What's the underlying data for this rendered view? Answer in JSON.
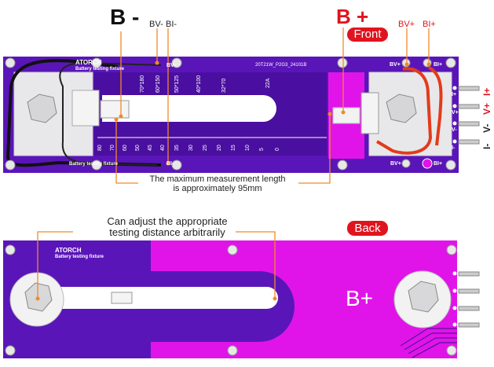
{
  "front": {
    "b_minus": "B -",
    "bv_minus": "BV-",
    "bi_minus": "BI-",
    "b_plus": "B +",
    "front_badge": "Front",
    "bv_plus": "BV+",
    "bi_plus": "BI+",
    "brand": "ATORCH",
    "subtitle": "Battery testing fixture",
    "pcb_code": "20T21W_P2G3_24101B",
    "pad_bv_minus": "BV-",
    "pad_bi_minus": "BI-",
    "pad_bv_plus": "BV+",
    "pad_bi_plus": "BI+",
    "ruler_ticks": [
      "80",
      "70",
      "60",
      "50",
      "45",
      "40",
      "35",
      "30",
      "25",
      "20",
      "15",
      "10",
      "5",
      "0"
    ],
    "cell_sizes": [
      "70*180",
      "60*150",
      "50*125",
      "40*100",
      "32*70",
      "22A"
    ],
    "measure_note_line1": "The maximum measurement length",
    "measure_note_line2": "is approximately 95mm",
    "pin_labels": {
      "i_plus": "I+",
      "v_plus": "V+",
      "v_minus": "V-",
      "i_minus": "I-"
    },
    "edge_pins": [
      "I+",
      "V+",
      "V-",
      "I-"
    ]
  },
  "back": {
    "adjust_note_line1": "Can adjust the appropriate",
    "adjust_note_line2": "testing distance arbitrarily",
    "back_badge": "Back",
    "brand": "ATORCH",
    "subtitle": "Battery testing fixture",
    "b_plus": "B+"
  },
  "colors": {
    "pcb_purple": "#5a15b8",
    "pcb_magenta": "#e014e8",
    "accent_red": "#e0141e",
    "callout_orange": "#f08a28"
  }
}
